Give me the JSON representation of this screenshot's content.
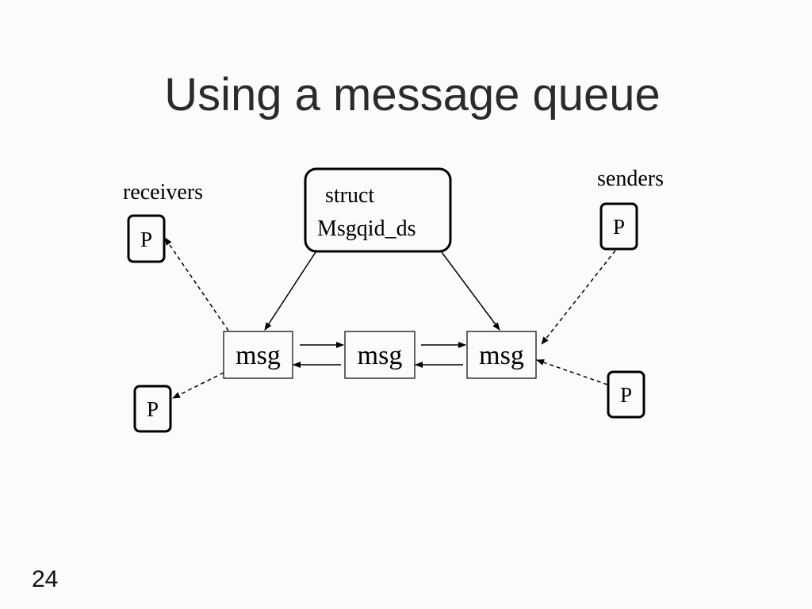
{
  "slide": {
    "title": "Using a message queue",
    "page_number": "24"
  },
  "diagram": {
    "struct_line1": "struct",
    "struct_line2": "Msgqid_ds",
    "receivers_label": "receivers",
    "senders_label": "senders",
    "process_label": "P",
    "message_label": "msg"
  }
}
